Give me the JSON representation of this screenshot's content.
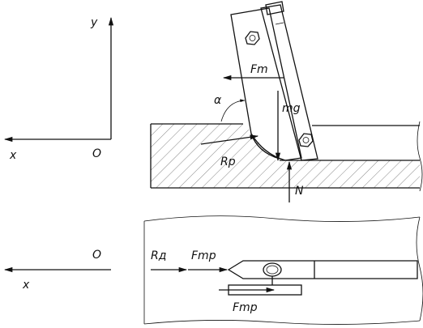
{
  "labels": {
    "y_axis": "y",
    "x_axis_top": "x",
    "origin_top": "O",
    "x_axis_bottom": "x",
    "origin_bottom": "O",
    "f_m": "Fm",
    "alpha": "α",
    "mg": "mg",
    "r_p": "Rp",
    "n": "N",
    "r_d": "Rд",
    "f_mp_top": "Fmp",
    "f_mp_bottom": "Fmp"
  },
  "colors": {
    "ink": "#111111",
    "background": "#ffffff"
  }
}
